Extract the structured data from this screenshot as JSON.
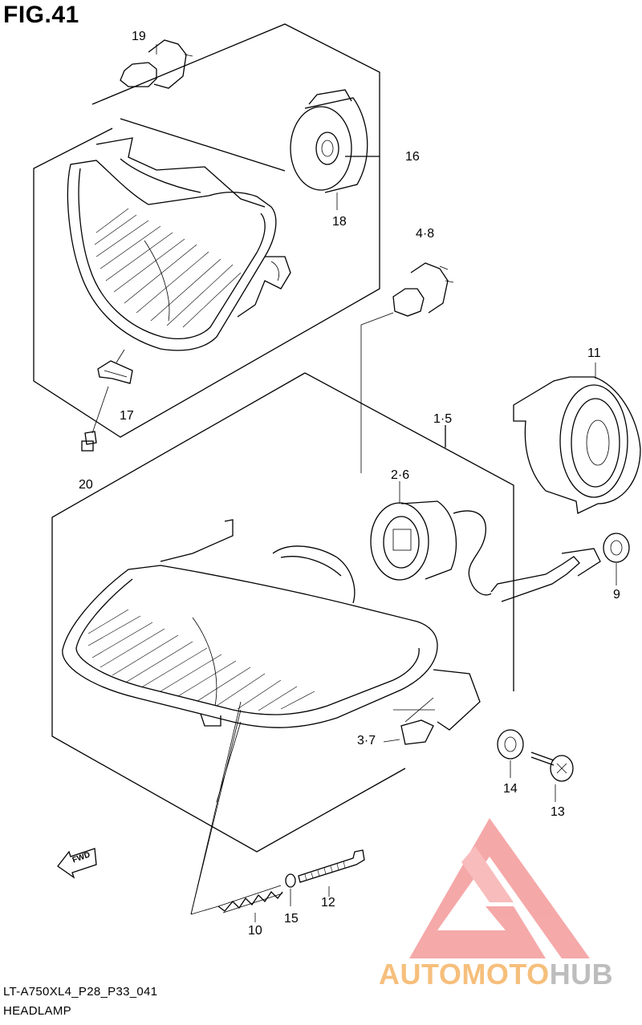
{
  "figure": {
    "title": "FIG.41"
  },
  "callouts": {
    "c19": "19",
    "c16": "16",
    "c18": "18",
    "c48": "4·8",
    "c11": "11",
    "c15_": "1·5",
    "c17": "17",
    "c20": "20",
    "c26": "2·6",
    "c9": "9",
    "c37": "3·7",
    "c14": "14",
    "c13": "13",
    "c12": "12",
    "c15": "15",
    "c10": "10"
  },
  "fwd": {
    "label": "FWD"
  },
  "footer": {
    "code": "LT-A750XL4_P28_P33_041",
    "name": "HEADLAMP"
  },
  "watermark": {
    "part1": "AUTO",
    "part2": "MOTO",
    "part3": "HUB",
    "logo_color": "#f28c8c",
    "text_color_orange": "#f6bf7c",
    "text_color_gray": "#bdbdbd"
  }
}
